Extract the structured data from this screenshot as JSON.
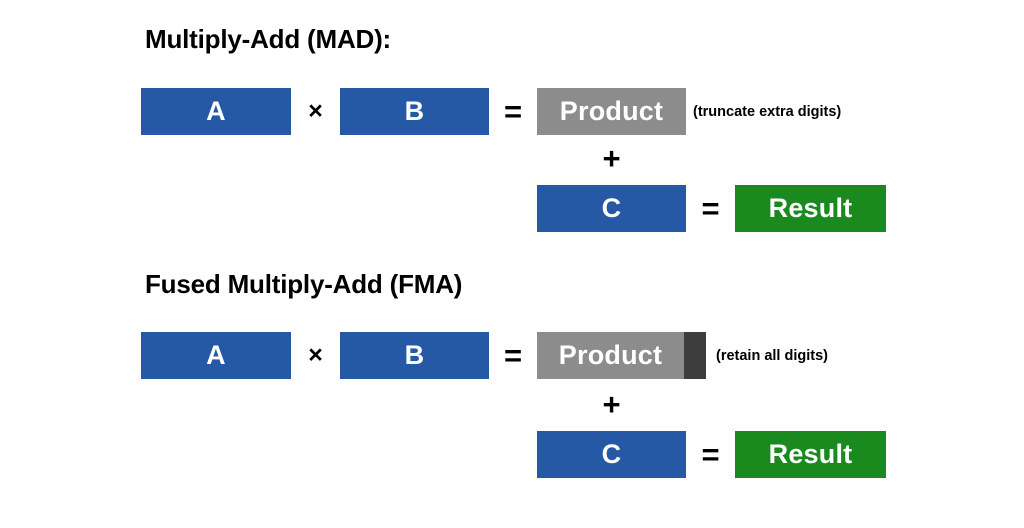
{
  "diagram": {
    "title_mad": "Multiply-Add (MAD):",
    "title_fma": "Fused Multiply-Add (FMA)",
    "labels": {
      "a": "A",
      "b": "B",
      "c": "C",
      "product": "Product",
      "result": "Result"
    },
    "operators": {
      "times": "×",
      "equals": "=",
      "plus": "+"
    },
    "notes": {
      "mad": "(truncate extra digits)",
      "fma": "(retain all digits)"
    },
    "colors": {
      "operand_blue": "#2559a5",
      "product_gray": "#8c8c8c",
      "extra_digits_dark": "#3d3d3d",
      "result_green": "#1b8a1e",
      "text_black": "#000000",
      "background": "#ffffff"
    }
  }
}
